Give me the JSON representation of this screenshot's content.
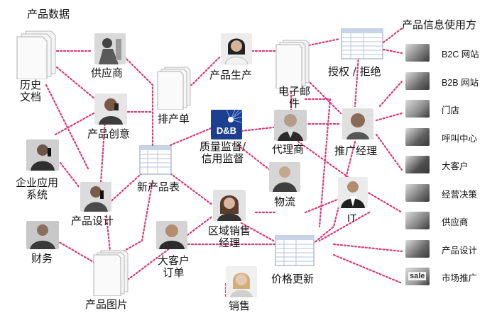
{
  "titles": {
    "left": "产品数据",
    "right": "产品信息使用方"
  },
  "nodes": {
    "history_docs": "历史\n文档",
    "supplier": "供应商",
    "product_creative": "产品创意",
    "schedule_sheet": "排产单",
    "enterprise_apps": "企业应用\n系统",
    "product_design": "产品设计",
    "new_product_sheet": "新产品表",
    "finance": "财务",
    "product_images": "产品图片",
    "production": "产品生产",
    "email": "电子邮\n件",
    "authorize_reject": "授权 / 拒绝",
    "dnb_logo": "D&B",
    "quality_monitor": "质量监督/\n信用监督",
    "agent": "代理商",
    "promo_manager": "推广经理",
    "logistics": "物流",
    "it": "IT",
    "regional_sales_manager": "区域销售\n经理",
    "key_account_order": "大客户\n订单",
    "price_update": "价格更新",
    "sales": "销售"
  },
  "sidebar": [
    {
      "label": "B2C 网站",
      "icon": "b2c-website-icon",
      "color": "#7a7a7a"
    },
    {
      "label": "B2B 网站",
      "icon": "b2b-website-icon",
      "color": "#6b6b6b"
    },
    {
      "label": "门店",
      "icon": "store-icon",
      "color": "#8a8a8a"
    },
    {
      "label": "呼叫中心",
      "icon": "call-center-icon",
      "color": "#5e5e5e"
    },
    {
      "label": "大客户",
      "icon": "key-account-icon",
      "color": "#4e4e4e"
    },
    {
      "label": "经营决策",
      "icon": "business-decision-icon",
      "color": "#767676"
    },
    {
      "label": "供应商",
      "icon": "supplier-icon",
      "color": "#828282"
    },
    {
      "label": "产品设计",
      "icon": "product-design-icon",
      "color": "#6a6a6a"
    },
    {
      "label": "市场推广",
      "icon": "marketing-icon",
      "color": "#9a9a9a"
    }
  ],
  "sale_badge": "sale",
  "colors": {
    "link": "#e0357a",
    "dnb_bg": "#1c3f8f"
  }
}
